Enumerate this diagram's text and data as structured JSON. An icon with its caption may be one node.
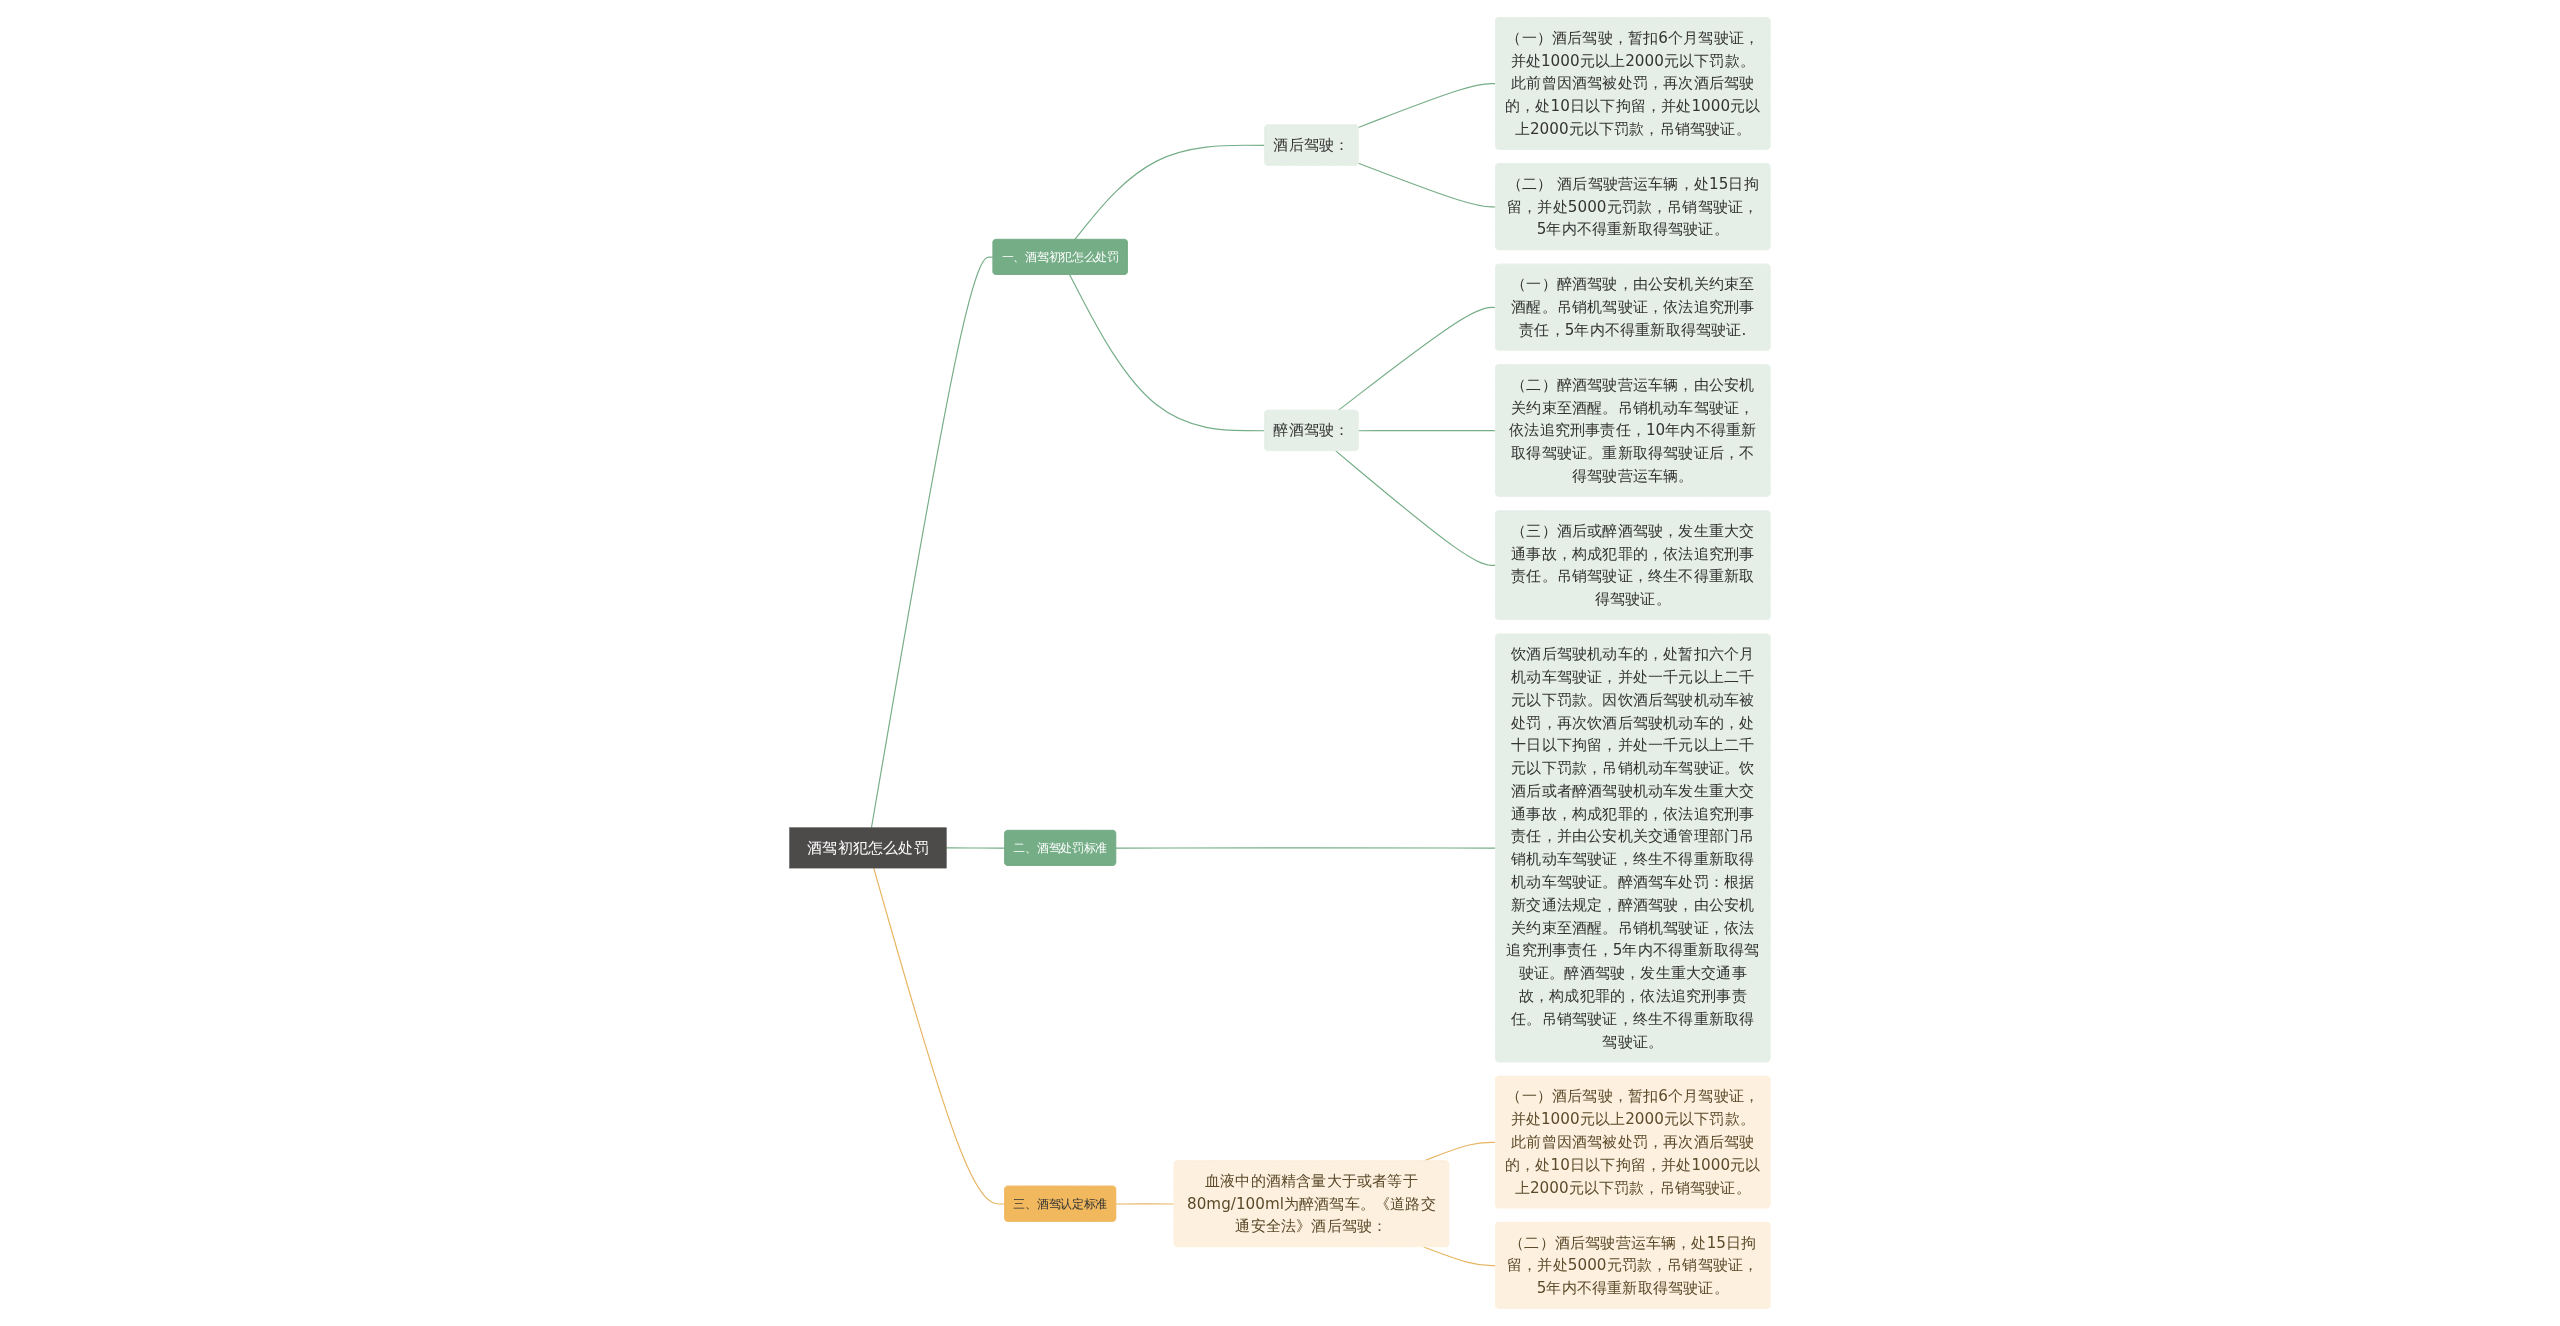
{
  "diagram": {
    "nodes": [
      {
        "text": [
          "酒驾初犯怎么处罚"
        ]
      },
      {
        "text": [
          "一、酒驾初犯怎么处罚"
        ]
      },
      {
        "text": [
          "酒后驾驶："
        ]
      },
      {
        "text": [
          "（一）酒后驾驶，暂扣6个月驾驶证，并处1000元以上2000元以下罚款。此前曾因酒驾被处罚，再次酒后驾驶的，处10日以下拘留，并处1000元以上2000元以下罚款，吊销驾驶证。"
        ]
      },
      {
        "text": [
          "（二） 酒后驾驶营运车辆，处15日拘留，并处5000元罚款，吊销驾驶证，5年内不得重新取得驾驶证。"
        ]
      },
      {
        "text": [
          "醉酒驾驶："
        ]
      },
      {
        "text": [
          "（一）醉酒驾驶，由公安机关约束至酒醒。吊销机驾驶证，依法追究刑事责任，5年内不得重新取得驾驶证."
        ]
      },
      {
        "text": [
          "（二）醉酒驾驶营运车辆，由公安机关约束至酒醒。吊销机动车驾驶证，依法追究刑事责任，10年内不得重新取得驾驶证。重新取得驾驶证后，不得驾驶营运车辆。"
        ]
      },
      {
        "text": [
          "（三）酒后或醉酒驾驶，发生重大交通事故，构成犯罪的，依法追究刑事责任。吊销驾驶证，终生不得重新取得驾驶证。"
        ]
      },
      {
        "text": [
          "二、酒驾处罚标准"
        ]
      },
      {
        "text": [
          "饮酒后驾驶机动车的，处暂扣六个月机动车驾驶证，并处一千元以上二千元以下罚款。因饮酒后驾驶机动车被处罚，再次饮酒后驾驶机动车的，处十日以下拘留，并处一千元以上二千元以下罚款，吊销机动车驾驶证。饮酒后或者醉酒驾驶机动车发生重大交通事故，构成犯罪的，依法追究刑事责任，并由公安机关交通管理部门吊销机动车驾驶证，终生不得重新取得机动车驾驶证。醉酒驾车处罚：根据新交通法规定，醉酒驾驶，由公安机关约束至酒醒。吊销机驾驶证，依法追究刑事责任，5年内不得重新取得驾驶证。醉酒驾驶，发生重大交通事故，构成犯罪的，依法追究刑事责任。吊销驾驶证，终生不得重新取得驾驶证。"
        ]
      },
      {
        "text": [
          "三、酒驾认定标准"
        ]
      },
      {
        "text": [
          "血液中的酒精含量大于或者等于80mg/100ml为醉酒驾车。《道路交通安全法》酒后驾驶："
        ]
      },
      {
        "text": [
          "（一）酒后驾驶，暂扣6个月驾驶证，并处1000元以上2000元以下罚款。此前曾因酒驾被处罚，再次酒后驾驶的，处10日以下拘留，并处1000元以上2000元以下罚款，吊销驾驶证。"
        ]
      },
      {
        "text": [
          "（二）酒后驾驶营运车辆，处15日拘留，并处5000元罚款，吊销驾驶证，5年内不得重新取得驾驶证。"
        ]
      }
    ],
    "edges": [
      {
        "from": 0,
        "to": 1,
        "arrow": "none"
      },
      {
        "from": 1,
        "to": 2,
        "arrow": "none"
      },
      {
        "from": 2,
        "to": 3,
        "arrow": "none"
      },
      {
        "from": 2,
        "to": 4,
        "arrow": "none"
      },
      {
        "from": 1,
        "to": 5,
        "arrow": "none"
      },
      {
        "from": 5,
        "to": 6,
        "arrow": "none"
      },
      {
        "from": 5,
        "to": 7,
        "arrow": "none"
      },
      {
        "from": 5,
        "to": 8,
        "arrow": "none"
      },
      {
        "from": 0,
        "to": 9,
        "arrow": "none"
      },
      {
        "from": 9,
        "to": 10,
        "arrow": "none"
      },
      {
        "from": 0,
        "to": 11,
        "arrow": "none",
        "color": "#e8b563"
      },
      {
        "from": 11,
        "to": 12,
        "arrow": "none",
        "color": "#e8b563"
      },
      {
        "from": 12,
        "to": 13,
        "arrow": "none",
        "color": "#e8b563"
      },
      {
        "from": 12,
        "to": 14,
        "arrow": "none",
        "color": "#e8b563"
      }
    ]
  }
}
